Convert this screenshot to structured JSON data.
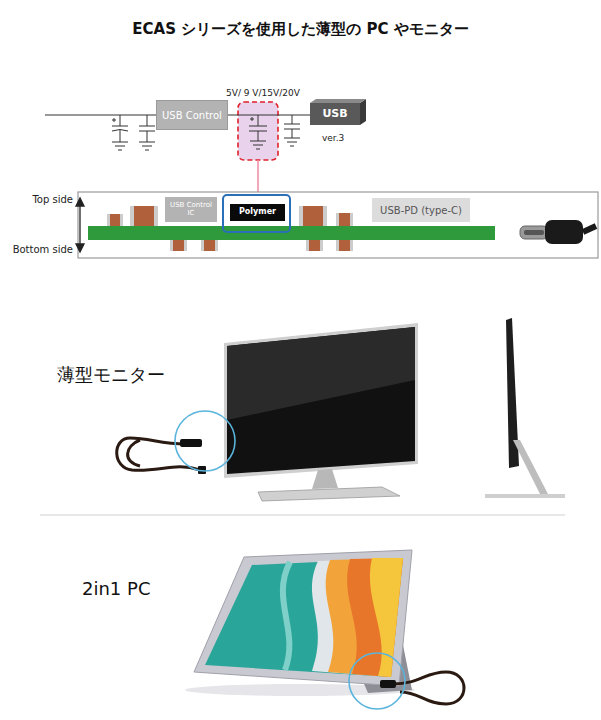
{
  "diagram": {
    "title": "ECAS シリーズを使用した薄型の PC やモニター",
    "nodes": [
      {
        "text": [
          "USB Control"
        ]
      },
      {
        "text": [
          "USB"
        ]
      },
      {
        "text": [
          "USB Control IC"
        ]
      },
      {
        "text": [
          "Polymer"
        ]
      },
      {
        "text": [
          "USB-PD (type-C)"
        ]
      }
    ],
    "edges": [
      {
        "from": 0,
        "to": 1,
        "arrow": "none"
      }
    ],
    "labels": [
      "5V/ 9 V/15V/20V",
      "ver.3",
      "Top side",
      "Bottom side",
      "薄型モニター",
      "2in1 PC"
    ]
  }
}
